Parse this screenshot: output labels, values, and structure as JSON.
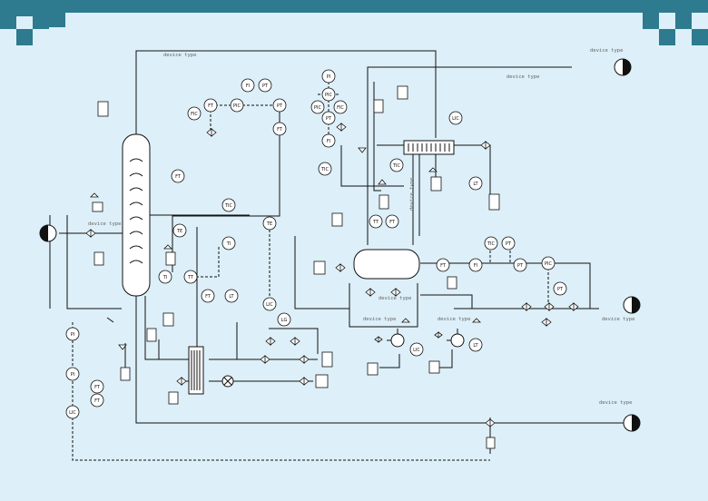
{
  "colors": {
    "background": "#ddeff8",
    "header_band": "#2e7a8e",
    "line": "#111111"
  },
  "device_labels": [
    "device type",
    "device type",
    "device type",
    "device type",
    "device type",
    "device type",
    "device type",
    "device type",
    "device type",
    "device type"
  ],
  "instruments": [
    "FI",
    "PT",
    "FT",
    "FIC",
    "PIC",
    "PT",
    "FT",
    "PI",
    "PIC",
    "FIC",
    "PIC",
    "PT",
    "FI",
    "TIC",
    "FT",
    "TE",
    "TIC",
    "TI",
    "TE",
    "TT",
    "TI",
    "TIC",
    "LIC",
    "LT",
    "TT",
    "FT",
    "FT",
    "FI",
    "TIC",
    "PT",
    "PT",
    "PIC",
    "PT",
    "FT",
    "LT",
    "LIC",
    "LG",
    "LIC",
    "LT",
    "PI",
    "PI",
    "FT",
    "FT",
    "LIC"
  ]
}
